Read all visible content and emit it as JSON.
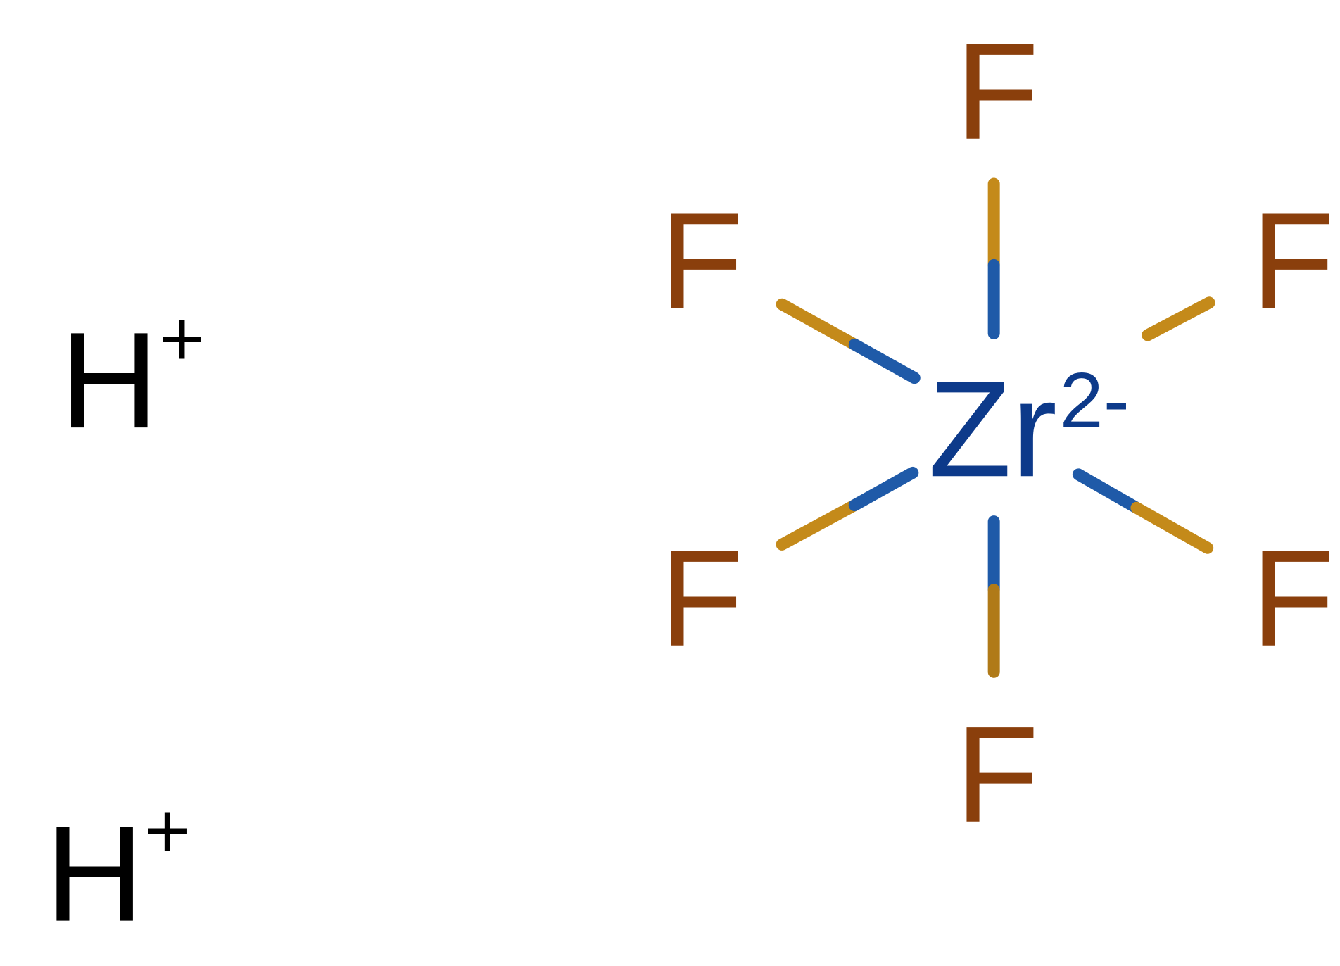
{
  "colors": {
    "fluorine": "#8a3f0c",
    "fluorine_bond": "#c48a1a",
    "zirconium": "#0d3a8a",
    "zirconium_bond": "#1f5aa8",
    "hydrogen": "#000000",
    "background": "#ffffff"
  },
  "cations": [
    {
      "symbol": "H",
      "charge": "+"
    },
    {
      "symbol": "H",
      "charge": "+"
    }
  ],
  "center": {
    "symbol": "Zr",
    "charge": "2-"
  },
  "ligands": [
    {
      "symbol": "F"
    },
    {
      "symbol": "F"
    },
    {
      "symbol": "F"
    },
    {
      "symbol": "F"
    },
    {
      "symbol": "F"
    },
    {
      "symbol": "F"
    }
  ]
}
